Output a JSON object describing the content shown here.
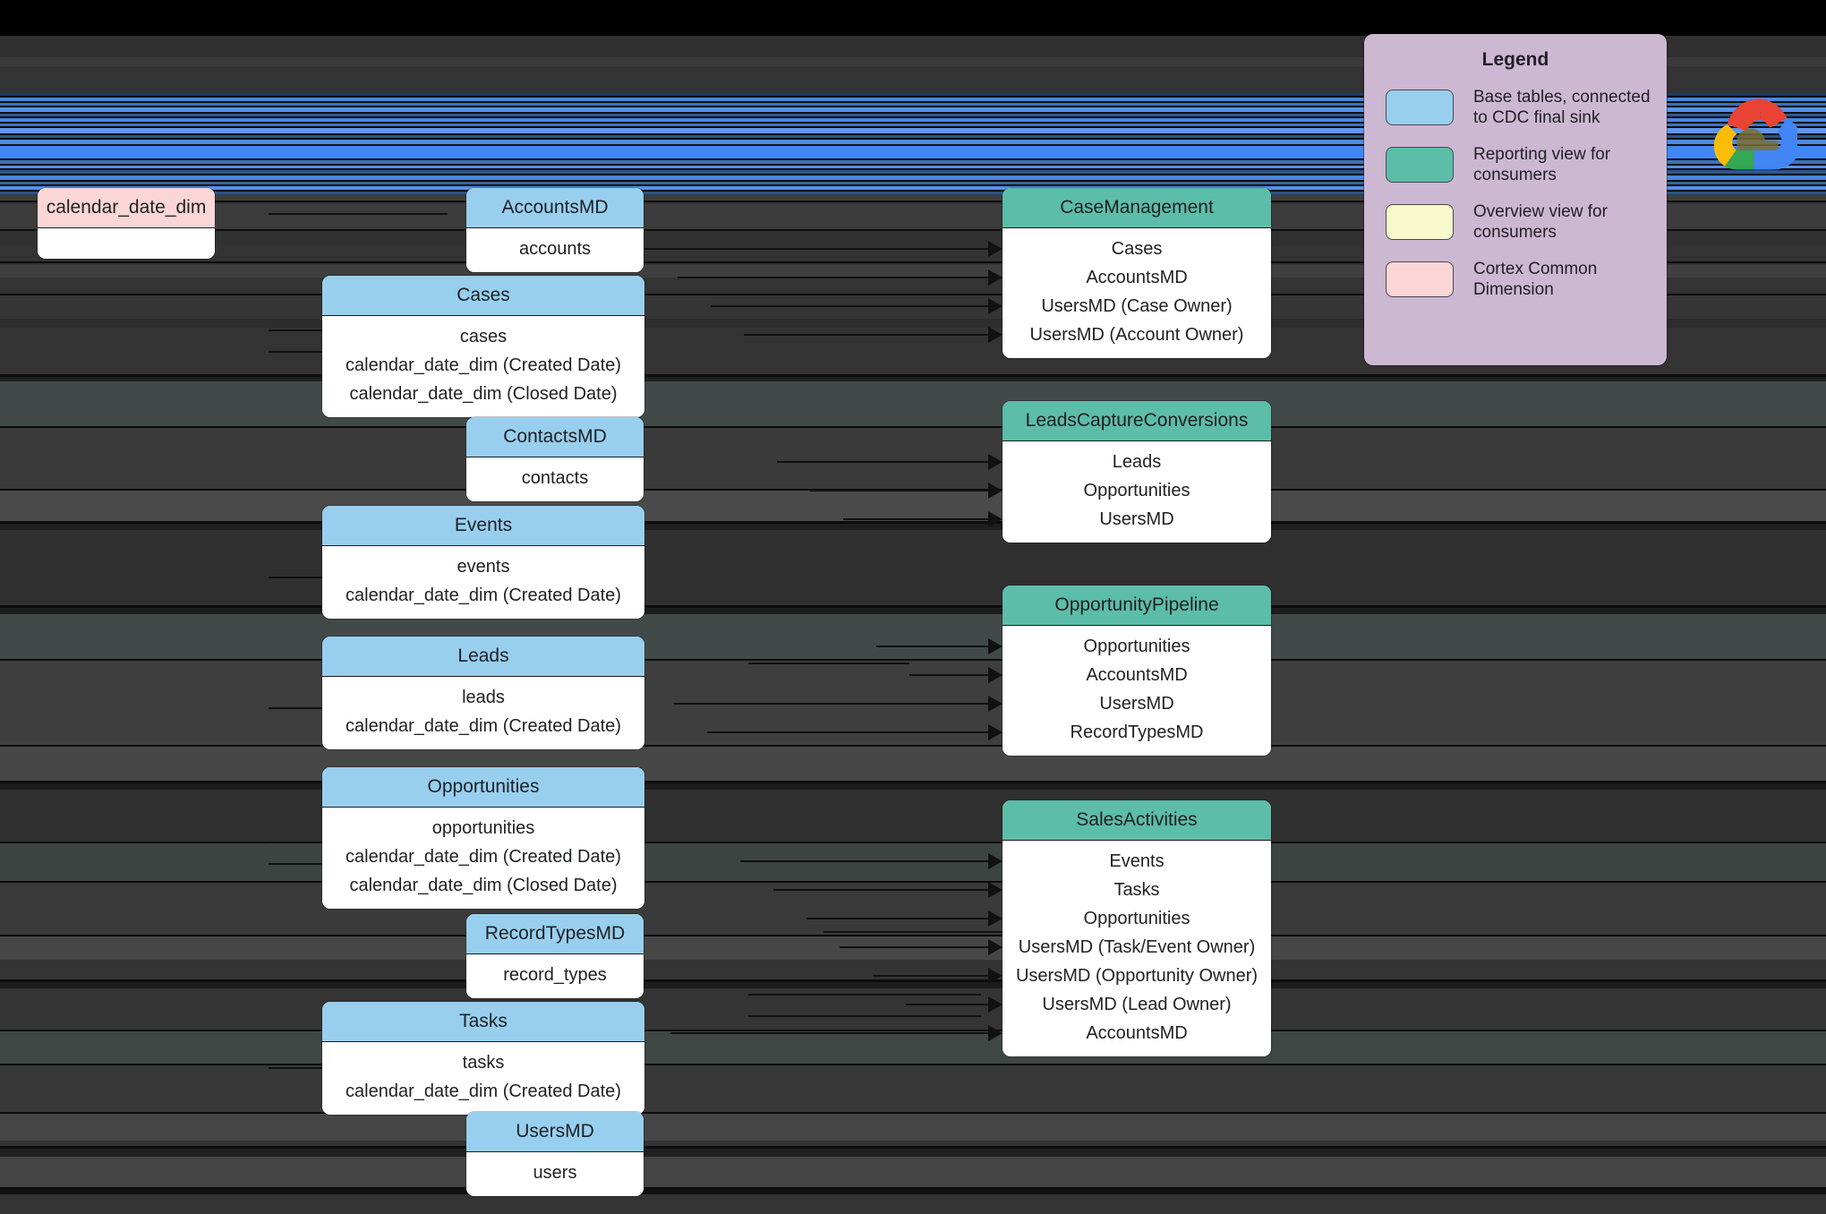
{
  "colors": {
    "base_table": "#98CFEF",
    "reporting_view": "#5CBDA8",
    "overview_view": "#F7F8CC",
    "cortex_dimension": "#FBD6D6",
    "legend_background": "#CDB8D3",
    "canvas_background": "#333333",
    "top_bar": "#000000"
  },
  "legend": {
    "title": "Legend",
    "items": [
      {
        "swatch": "#98CFEF",
        "label": "Base tables, connected to CDC final sink"
      },
      {
        "swatch": "#5CBDA8",
        "label": "Reporting view for consumers"
      },
      {
        "swatch": "#F7F8CC",
        "label": "Overview view for consumers"
      },
      {
        "swatch": "#FBD6D6",
        "label": "Cortex Common Dimension"
      }
    ]
  },
  "logo": {
    "name": "google-cloud-logo"
  },
  "dimension_tables": [
    {
      "title": "calendar_date_dim",
      "rows": []
    }
  ],
  "base_tables": [
    {
      "title": "AccountsMD",
      "rows": [
        "accounts"
      ]
    },
    {
      "title": "Cases",
      "rows": [
        "cases",
        "calendar_date_dim (Created Date)",
        "calendar_date_dim (Closed Date)"
      ]
    },
    {
      "title": "ContactsMD",
      "rows": [
        "contacts"
      ]
    },
    {
      "title": "Events",
      "rows": [
        "events",
        "calendar_date_dim (Created Date)"
      ]
    },
    {
      "title": "Leads",
      "rows": [
        "leads",
        "calendar_date_dim (Created Date)"
      ]
    },
    {
      "title": "Opportunities",
      "rows": [
        "opportunities",
        "calendar_date_dim (Created Date)",
        "calendar_date_dim (Closed Date)"
      ]
    },
    {
      "title": "RecordTypesMD",
      "rows": [
        "record_types"
      ]
    },
    {
      "title": "Tasks",
      "rows": [
        "tasks",
        "calendar_date_dim (Created Date)"
      ]
    },
    {
      "title": "UsersMD",
      "rows": [
        "users"
      ]
    }
  ],
  "reporting_views": [
    {
      "title": "CaseManagement",
      "rows": [
        "Cases",
        "AccountsMD",
        "UsersMD (Case Owner)",
        "UsersMD (Account Owner)"
      ]
    },
    {
      "title": "LeadsCaptureConversions",
      "rows": [
        "Leads",
        "Opportunities",
        "UsersMD"
      ]
    },
    {
      "title": "OpportunityPipeline",
      "rows": [
        "Opportunities",
        "AccountsMD",
        "UsersMD",
        "RecordTypesMD"
      ]
    },
    {
      "title": "SalesActivities",
      "rows": [
        "Events",
        "Tasks",
        "Opportunities",
        "UsersMD (Task/Event Owner)",
        "UsersMD (Opportunity Owner)",
        "UsersMD (Lead Owner)",
        "AccountsMD"
      ]
    }
  ]
}
